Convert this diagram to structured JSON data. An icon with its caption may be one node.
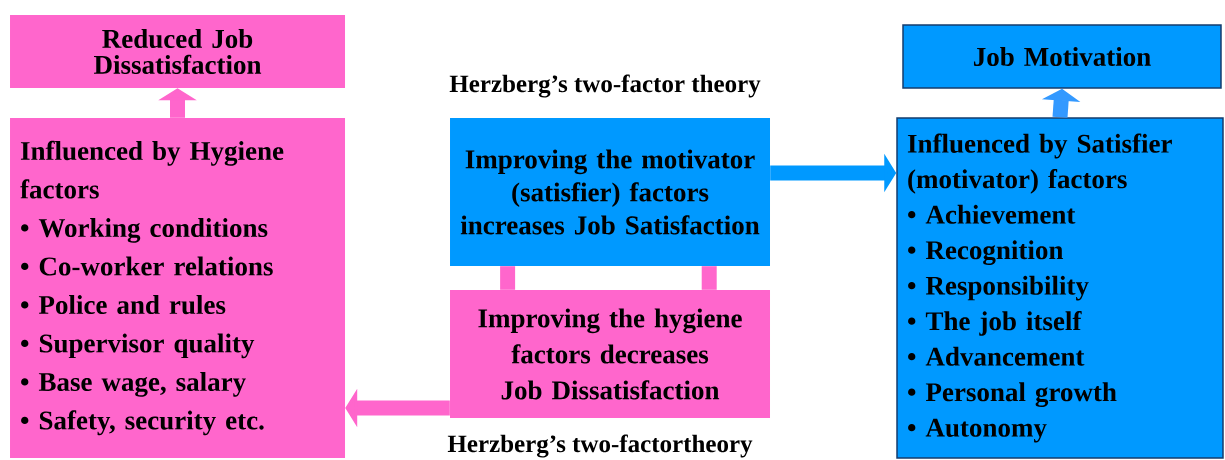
{
  "diagram": {
    "nodes": [
      {
        "text": [
          "Reduced Job Dissatisfaction"
        ]
      },
      {
        "text": [
          "Job Motivation"
        ]
      },
      {
        "text": [
          "Influenced by Hygiene factors",
          "• Working conditions",
          "• Co-worker relations",
          "• Police and rules",
          "• Supervisor quality",
          "• Base wage, salary",
          "• Safety, security etc."
        ]
      },
      {
        "text": [
          "Improving the motivator (satisfier) factors increases Job Satisfaction"
        ]
      },
      {
        "text": [
          "Improving the hygiene factors decreases Job Dissatisfaction"
        ]
      },
      {
        "text": [
          "Influenced by Satisfier (motivator) factors",
          "• Achievement",
          "• Recognition",
          "• Responsibility",
          "• The job itself",
          "• Advancement",
          "• Personal growth",
          "• Autonomy"
        ]
      }
    ],
    "edges": [
      {
        "from": 2,
        "to": 0,
        "arrow": "to",
        "color": "#ff66cc"
      },
      {
        "from": 5,
        "to": 1,
        "arrow": "to",
        "color": "#3399ff"
      },
      {
        "from": 3,
        "to": 5,
        "arrow": "to",
        "color": "#0099ff"
      },
      {
        "from": 4,
        "to": 2,
        "arrow": "to",
        "color": "#ff66cc"
      },
      {
        "from": 3,
        "to": 4,
        "arrow": "none",
        "color": "#ff66cc"
      },
      {
        "from": 3,
        "to": 4,
        "arrow": "none",
        "color": "#ff66cc"
      }
    ],
    "labels": [
      "Herzberg’s two-factor theory",
      "Herzberg’s two-factortheory"
    ]
  }
}
